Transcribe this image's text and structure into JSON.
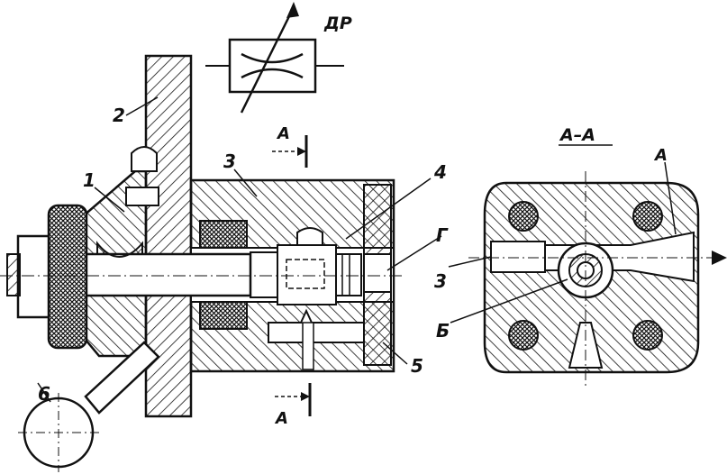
{
  "labels": {
    "throttle": "ДР",
    "part_1": "1",
    "part_2": "2",
    "part_3_body": "3",
    "part_3_section": "3",
    "part_4": "4",
    "part_5": "5",
    "part_6": "6",
    "letter_g": "Г",
    "letter_b": "Б",
    "cut_mark_top": "А",
    "cut_mark_bottom": "А",
    "section_title": "А–А",
    "section_a": "А"
  },
  "colors": {
    "ink": "#111111",
    "paper": "#ffffff"
  }
}
